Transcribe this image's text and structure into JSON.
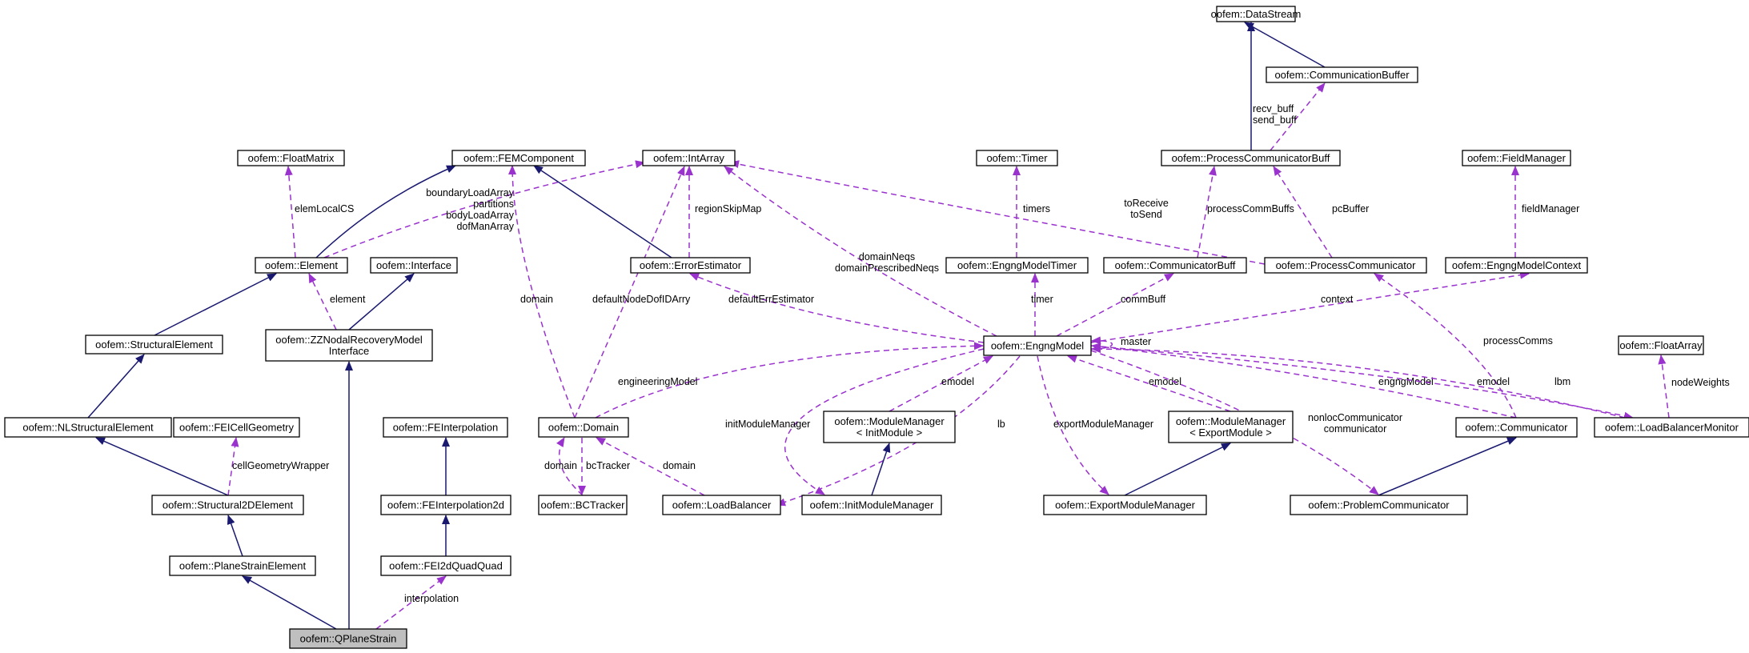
{
  "colors": {
    "inheritance": "#191970",
    "usage": "#9a32cd",
    "focus_fill": "#bfbfbf"
  },
  "nodes": [
    {
      "id": "datastream",
      "lines": [
        "oofem::DataStream"
      ]
    },
    {
      "id": "commbuffer",
      "lines": [
        "oofem::CommunicationBuffer"
      ]
    },
    {
      "id": "floatmatrix",
      "lines": [
        "oofem::FloatMatrix"
      ]
    },
    {
      "id": "femcomponent",
      "lines": [
        "oofem::FEMComponent"
      ]
    },
    {
      "id": "intarray",
      "lines": [
        "oofem::IntArray"
      ]
    },
    {
      "id": "timer",
      "lines": [
        "oofem::Timer"
      ]
    },
    {
      "id": "pcbuff",
      "lines": [
        "oofem::ProcessCommunicatorBuff"
      ]
    },
    {
      "id": "fieldmanager",
      "lines": [
        "oofem::FieldManager"
      ]
    },
    {
      "id": "element",
      "lines": [
        "oofem::Element"
      ]
    },
    {
      "id": "interface",
      "lines": [
        "oofem::Interface"
      ]
    },
    {
      "id": "errorestimator",
      "lines": [
        "oofem::ErrorEstimator"
      ]
    },
    {
      "id": "engngmodeltimer",
      "lines": [
        "oofem::EngngModelTimer"
      ]
    },
    {
      "id": "commbuff",
      "lines": [
        "oofem::CommunicatorBuff"
      ]
    },
    {
      "id": "proccomm",
      "lines": [
        "oofem::ProcessCommunicator"
      ]
    },
    {
      "id": "engngmodelcontext",
      "lines": [
        "oofem::EngngModelContext"
      ]
    },
    {
      "id": "structuralelement",
      "lines": [
        "oofem::StructuralElement"
      ]
    },
    {
      "id": "zznodal",
      "lines": [
        "oofem::ZZNodalRecoveryModel",
        "Interface"
      ]
    },
    {
      "id": "engngmodel",
      "lines": [
        "oofem::EngngModel"
      ]
    },
    {
      "id": "floatarray",
      "lines": [
        "oofem::FloatArray"
      ]
    },
    {
      "id": "nlstructural",
      "lines": [
        "oofem::NLStructuralElement"
      ]
    },
    {
      "id": "feicellgeom",
      "lines": [
        "oofem::FEICellGeometry"
      ]
    },
    {
      "id": "feinterpolation",
      "lines": [
        "oofem::FEInterpolation"
      ]
    },
    {
      "id": "domain",
      "lines": [
        "oofem::Domain"
      ]
    },
    {
      "id": "mminit",
      "lines": [
        "oofem::ModuleManager",
        "< InitModule >"
      ]
    },
    {
      "id": "mmexport",
      "lines": [
        "oofem::ModuleManager",
        "< ExportModule >"
      ]
    },
    {
      "id": "communicator",
      "lines": [
        "oofem::Communicator"
      ]
    },
    {
      "id": "lbmonitor",
      "lines": [
        "oofem::LoadBalancerMonitor"
      ]
    },
    {
      "id": "structural2d",
      "lines": [
        "oofem::Structural2DElement"
      ]
    },
    {
      "id": "feinterp2d",
      "lines": [
        "oofem::FEInterpolation2d"
      ]
    },
    {
      "id": "bctracker",
      "lines": [
        "oofem::BCTracker"
      ]
    },
    {
      "id": "loadbalancer",
      "lines": [
        "oofem::LoadBalancer"
      ]
    },
    {
      "id": "initmm",
      "lines": [
        "oofem::InitModuleManager"
      ]
    },
    {
      "id": "exportmm",
      "lines": [
        "oofem::ExportModuleManager"
      ]
    },
    {
      "id": "problemcomm",
      "lines": [
        "oofem::ProblemCommunicator"
      ]
    },
    {
      "id": "planestrain",
      "lines": [
        "oofem::PlaneStrainElement"
      ]
    },
    {
      "id": "fei2dquad",
      "lines": [
        "oofem::FEI2dQuadQuad"
      ]
    },
    {
      "id": "qplanestrain",
      "lines": [
        "oofem::QPlaneStrain"
      ],
      "focus": true
    }
  ],
  "edges": [
    {
      "type": "inheritance",
      "from": "commbuffer",
      "to": "datastream"
    },
    {
      "type": "inheritance",
      "from": "pcbuff",
      "to": "datastream"
    },
    {
      "type": "usage",
      "from": "pcbuff",
      "to": "commbuffer",
      "label": [
        "recv_buff",
        "send_buff"
      ]
    },
    {
      "type": "usage",
      "from": "element",
      "to": "floatmatrix",
      "label": [
        "elemLocalCS"
      ]
    },
    {
      "type": "inheritance",
      "from": "element",
      "to": "femcomponent"
    },
    {
      "type": "usage",
      "from": "element",
      "to": "intarray",
      "label": [
        "boundaryLoadArray",
        "partitions",
        "bodyLoadArray",
        "dofManArray"
      ]
    },
    {
      "type": "inheritance",
      "from": "errorestimator",
      "to": "femcomponent"
    },
    {
      "type": "usage",
      "from": "errorestimator",
      "to": "intarray",
      "label": [
        "regionSkipMap"
      ]
    },
    {
      "type": "usage",
      "from": "engngmodeltimer",
      "to": "timer",
      "label": [
        "timers"
      ]
    },
    {
      "type": "usage",
      "from": "commbuff",
      "to": "pcbuff",
      "label": [
        "processCommBuffs"
      ]
    },
    {
      "type": "usage",
      "from": "proccomm",
      "to": "pcbuff",
      "label": [
        "pcBuffer"
      ]
    },
    {
      "type": "usage",
      "from": "proccomm",
      "to": "intarray",
      "label": [
        "toReceive",
        "toSend"
      ]
    },
    {
      "type": "usage",
      "from": "engngmodelcontext",
      "to": "fieldmanager",
      "label": [
        "fieldManager"
      ]
    },
    {
      "type": "inheritance",
      "from": "structuralelement",
      "to": "element"
    },
    {
      "type": "usage",
      "from": "zznodal",
      "to": "element",
      "label": [
        "element"
      ]
    },
    {
      "type": "inheritance",
      "from": "zznodal",
      "to": "interface"
    },
    {
      "type": "usage",
      "from": "engngmodel",
      "to": "intarray",
      "label": [
        "domainNeqs",
        "domainPrescribedNeqs"
      ]
    },
    {
      "type": "usage",
      "from": "engngmodel",
      "to": "errorestimator",
      "label": [
        "defaultErrEstimator"
      ]
    },
    {
      "type": "usage",
      "from": "engngmodel",
      "to": "engngmodeltimer",
      "label": [
        "timer"
      ]
    },
    {
      "type": "usage",
      "from": "engngmodel",
      "to": "commbuff",
      "label": [
        "commBuff"
      ]
    },
    {
      "type": "usage",
      "from": "engngmodel",
      "to": "engngmodelcontext",
      "label": [
        "context"
      ]
    },
    {
      "type": "usage",
      "from": "engngmodel",
      "to": "engngmodel",
      "label": [
        "master"
      ]
    },
    {
      "type": "usage",
      "from": "lbmonitor",
      "to": "floatarray",
      "label": [
        "nodeWeights"
      ]
    },
    {
      "type": "inheritance",
      "from": "nlstructural",
      "to": "structuralelement"
    },
    {
      "type": "usage",
      "from": "domain",
      "to": "femcomponent",
      "label": [
        "domain"
      ]
    },
    {
      "type": "usage",
      "from": "domain",
      "to": "intarray",
      "label": [
        "defaultNodeDofIDArry"
      ]
    },
    {
      "type": "usage",
      "from": "domain",
      "to": "engngmodel",
      "label": [
        "engineeringModel"
      ]
    },
    {
      "type": "usage",
      "from": "mminit",
      "to": "engngmodel",
      "label": [
        "emodel"
      ]
    },
    {
      "type": "usage",
      "from": "mmexport",
      "to": "engngmodel",
      "label": [
        "emodel"
      ]
    },
    {
      "type": "usage",
      "from": "communicator",
      "to": "engngmodel",
      "label": [
        "engngModel"
      ]
    },
    {
      "type": "usage",
      "from": "communicator",
      "to": "proccomm",
      "label": [
        "processComms"
      ]
    },
    {
      "type": "usage",
      "from": "lbmonitor",
      "to": "engngmodel",
      "label": [
        "emodel"
      ]
    },
    {
      "type": "usage",
      "from": "engngmodel",
      "to": "lbmonitor",
      "label": [
        "lbm"
      ]
    },
    {
      "type": "inheritance",
      "from": "structural2d",
      "to": "nlstructural"
    },
    {
      "type": "usage",
      "from": "structural2d",
      "to": "feicellgeom",
      "label": [
        "cellGeometryWrapper"
      ]
    },
    {
      "type": "inheritance",
      "from": "feinterp2d",
      "to": "feinterpolation"
    },
    {
      "type": "usage",
      "from": "bctracker",
      "to": "domain",
      "label": [
        "domain"
      ]
    },
    {
      "type": "usage",
      "from": "domain",
      "to": "bctracker",
      "label": [
        "bcTracker"
      ]
    },
    {
      "type": "usage",
      "from": "loadbalancer",
      "to": "domain",
      "label": [
        "domain"
      ]
    },
    {
      "type": "usage",
      "from": "engngmodel",
      "to": "loadbalancer",
      "label": [
        "lb"
      ]
    },
    {
      "type": "inheritance",
      "from": "initmm",
      "to": "mminit"
    },
    {
      "type": "usage",
      "from": "engngmodel",
      "to": "initmm",
      "label": [
        "initModuleManager"
      ]
    },
    {
      "type": "inheritance",
      "from": "exportmm",
      "to": "mmexport"
    },
    {
      "type": "usage",
      "from": "engngmodel",
      "to": "exportmm",
      "label": [
        "exportModuleManager"
      ]
    },
    {
      "type": "inheritance",
      "from": "problemcomm",
      "to": "communicator"
    },
    {
      "type": "usage",
      "from": "engngmodel",
      "to": "problemcomm",
      "label": [
        "nonlocCommunicator",
        "communicator"
      ]
    },
    {
      "type": "inheritance",
      "from": "planestrain",
      "to": "structural2d"
    },
    {
      "type": "inheritance",
      "from": "fei2dquad",
      "to": "feinterp2d"
    },
    {
      "type": "inheritance",
      "from": "qplanestrain",
      "to": "planestrain"
    },
    {
      "type": "inheritance",
      "from": "qplanestrain",
      "to": "zznodal"
    },
    {
      "type": "usage",
      "from": "qplanestrain",
      "to": "fei2dquad",
      "label": [
        "interpolation"
      ]
    }
  ]
}
